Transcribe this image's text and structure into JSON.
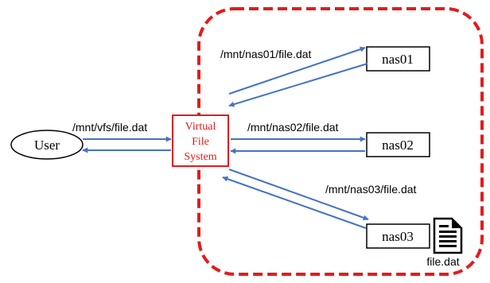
{
  "user": {
    "label": "User"
  },
  "vfs": {
    "line1": "Virtual",
    "line2": "File",
    "line3": "System"
  },
  "nodes": {
    "nas01": "nas01",
    "nas02": "nas02",
    "nas03": "nas03"
  },
  "paths": {
    "vfs": "/mnt/vfs/file.dat",
    "nas01": "/mnt/nas01/file.dat",
    "nas02": "/mnt/nas02/file.dat",
    "nas03": "/mnt/nas03/file.dat"
  },
  "file": {
    "icon": "document-icon",
    "label": "file.dat"
  },
  "colors": {
    "boundary": "#e31b1b",
    "arrow": "#4472c4",
    "vfs_border": "#e31b1b",
    "vfs_text": "#e31b1b"
  }
}
